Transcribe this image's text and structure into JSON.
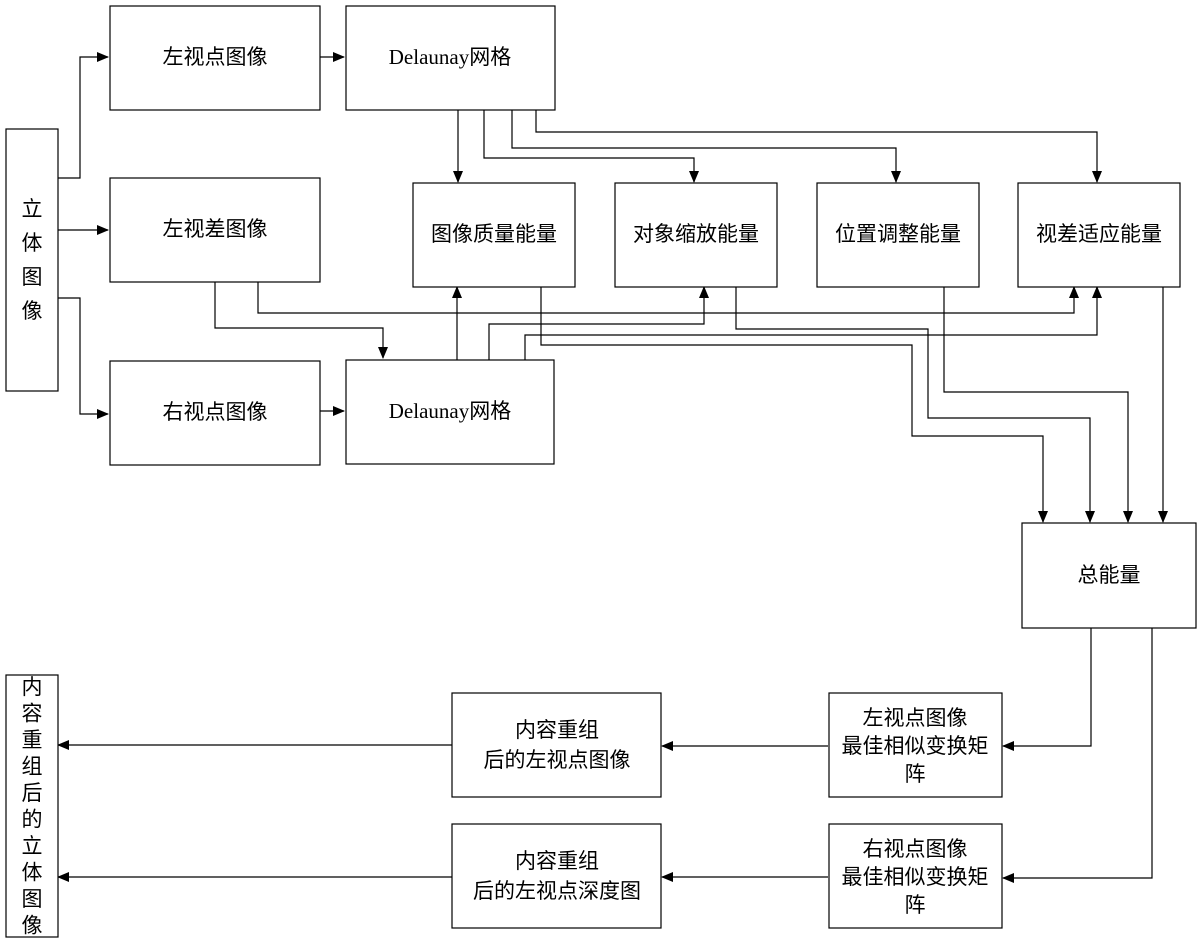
{
  "nodes": {
    "stereo_input": "立体图像",
    "left_view": "左视点图像",
    "left_disparity": "左视差图像",
    "right_view": "右视点图像",
    "delaunay_top": "Delaunay网格",
    "delaunay_bottom": "Delaunay网格",
    "image_quality_energy": "图像质量能量",
    "object_scaling_energy": "对象缩放能量",
    "position_adjust_energy": "位置调整能量",
    "disparity_adapt_energy": "视差适应能量",
    "total_energy": "总能量",
    "left_matrix_line1": "左视点图像",
    "left_matrix_line2": "最佳相似变换矩",
    "left_matrix_line3": "阵",
    "right_matrix_line1": "右视点图像",
    "right_matrix_line2": "最佳相似变换矩",
    "right_matrix_line3": "阵",
    "recomposed_left_line1": "内容重组",
    "recomposed_left_line2": "后的左视点图像",
    "recomposed_depth_line1": "内容重组",
    "recomposed_depth_line2": "后的左视点深度图",
    "output_stereo": "内容重组后的立体图像"
  }
}
